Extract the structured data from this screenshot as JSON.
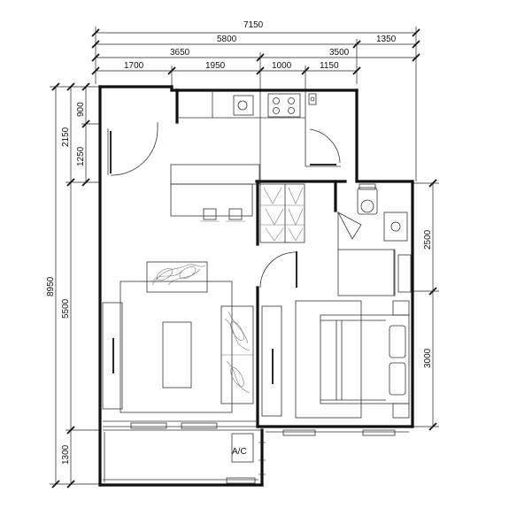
{
  "dimensions": {
    "top": {
      "overall": "7150",
      "row2": [
        "5800",
        "1350"
      ],
      "row3": [
        "3650",
        "3500"
      ],
      "row4": [
        "1700",
        "1950",
        "1000",
        "1150"
      ]
    },
    "left": {
      "overall": "8950",
      "col2": [
        "2150",
        "5500",
        "1300"
      ],
      "col3": [
        "900",
        "1250"
      ]
    },
    "right": [
      "2500",
      "3000"
    ]
  },
  "labels": {
    "ac": "A/C"
  },
  "colors": {
    "wall": "#111111",
    "line": "#333333",
    "background": "#ffffff"
  }
}
